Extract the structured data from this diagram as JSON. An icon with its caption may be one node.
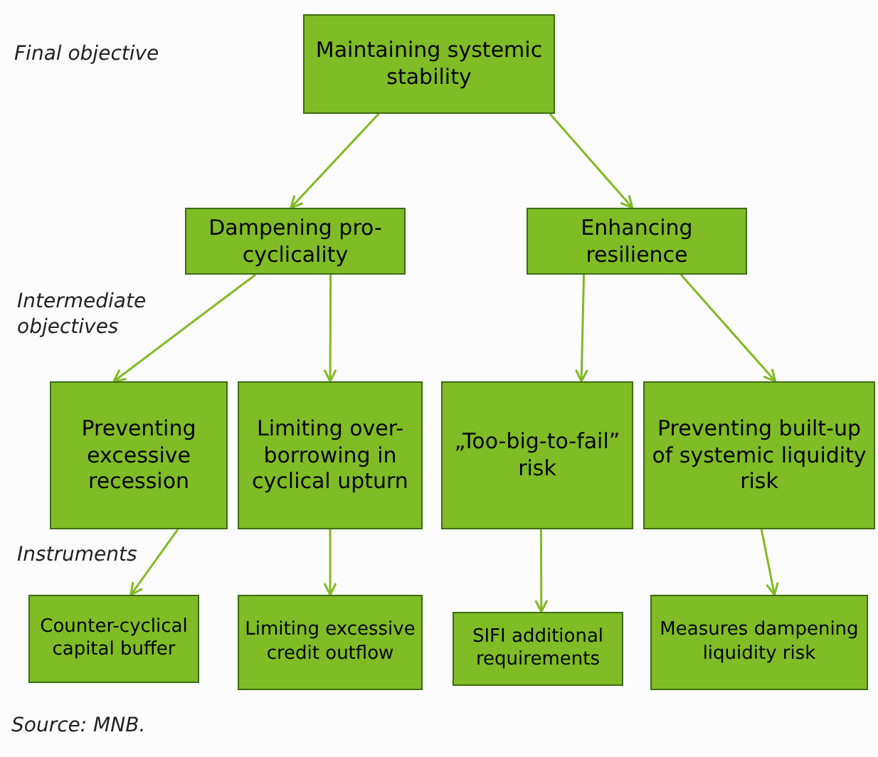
{
  "diagram": {
    "caption": "Source: MNB.",
    "nodes": [
      {
        "text": [
          "Maintaining systemic stability"
        ]
      },
      {
        "text": [
          "Dampening pro-cyclicality"
        ]
      },
      {
        "text": [
          "Enhancing resilience"
        ]
      },
      {
        "text": [
          "Preventing excessive recession"
        ]
      },
      {
        "text": [
          "Limiting over-borrowing in cyclical upturn"
        ]
      },
      {
        "text": [
          "„Too-big-to-fail” risk"
        ]
      },
      {
        "text": [
          "Preventing built-up of systemic liquidity risk"
        ]
      },
      {
        "text": [
          "Counter-cyclical capital buffer"
        ]
      },
      {
        "text": [
          "Limiting excessive credit outflow"
        ]
      },
      {
        "text": [
          "SIFI additional requirements"
        ]
      },
      {
        "text": [
          "Measures dampening liquidity risk"
        ]
      }
    ],
    "edges": [
      {
        "from": 0,
        "to": 1,
        "arrow": "to"
      },
      {
        "from": 0,
        "to": 2,
        "arrow": "to"
      },
      {
        "from": 1,
        "to": 3,
        "arrow": "to"
      },
      {
        "from": 1,
        "to": 4,
        "arrow": "to"
      },
      {
        "from": 2,
        "to": 5,
        "arrow": "to"
      },
      {
        "from": 2,
        "to": 6,
        "arrow": "to"
      },
      {
        "from": 3,
        "to": 7,
        "arrow": "to"
      },
      {
        "from": 4,
        "to": 8,
        "arrow": "to"
      },
      {
        "from": 5,
        "to": 9,
        "arrow": "to"
      },
      {
        "from": 6,
        "to": 10,
        "arrow": "to"
      }
    ],
    "labels": [
      "Final objective",
      "Intermediate objectives",
      "Instruments"
    ]
  }
}
